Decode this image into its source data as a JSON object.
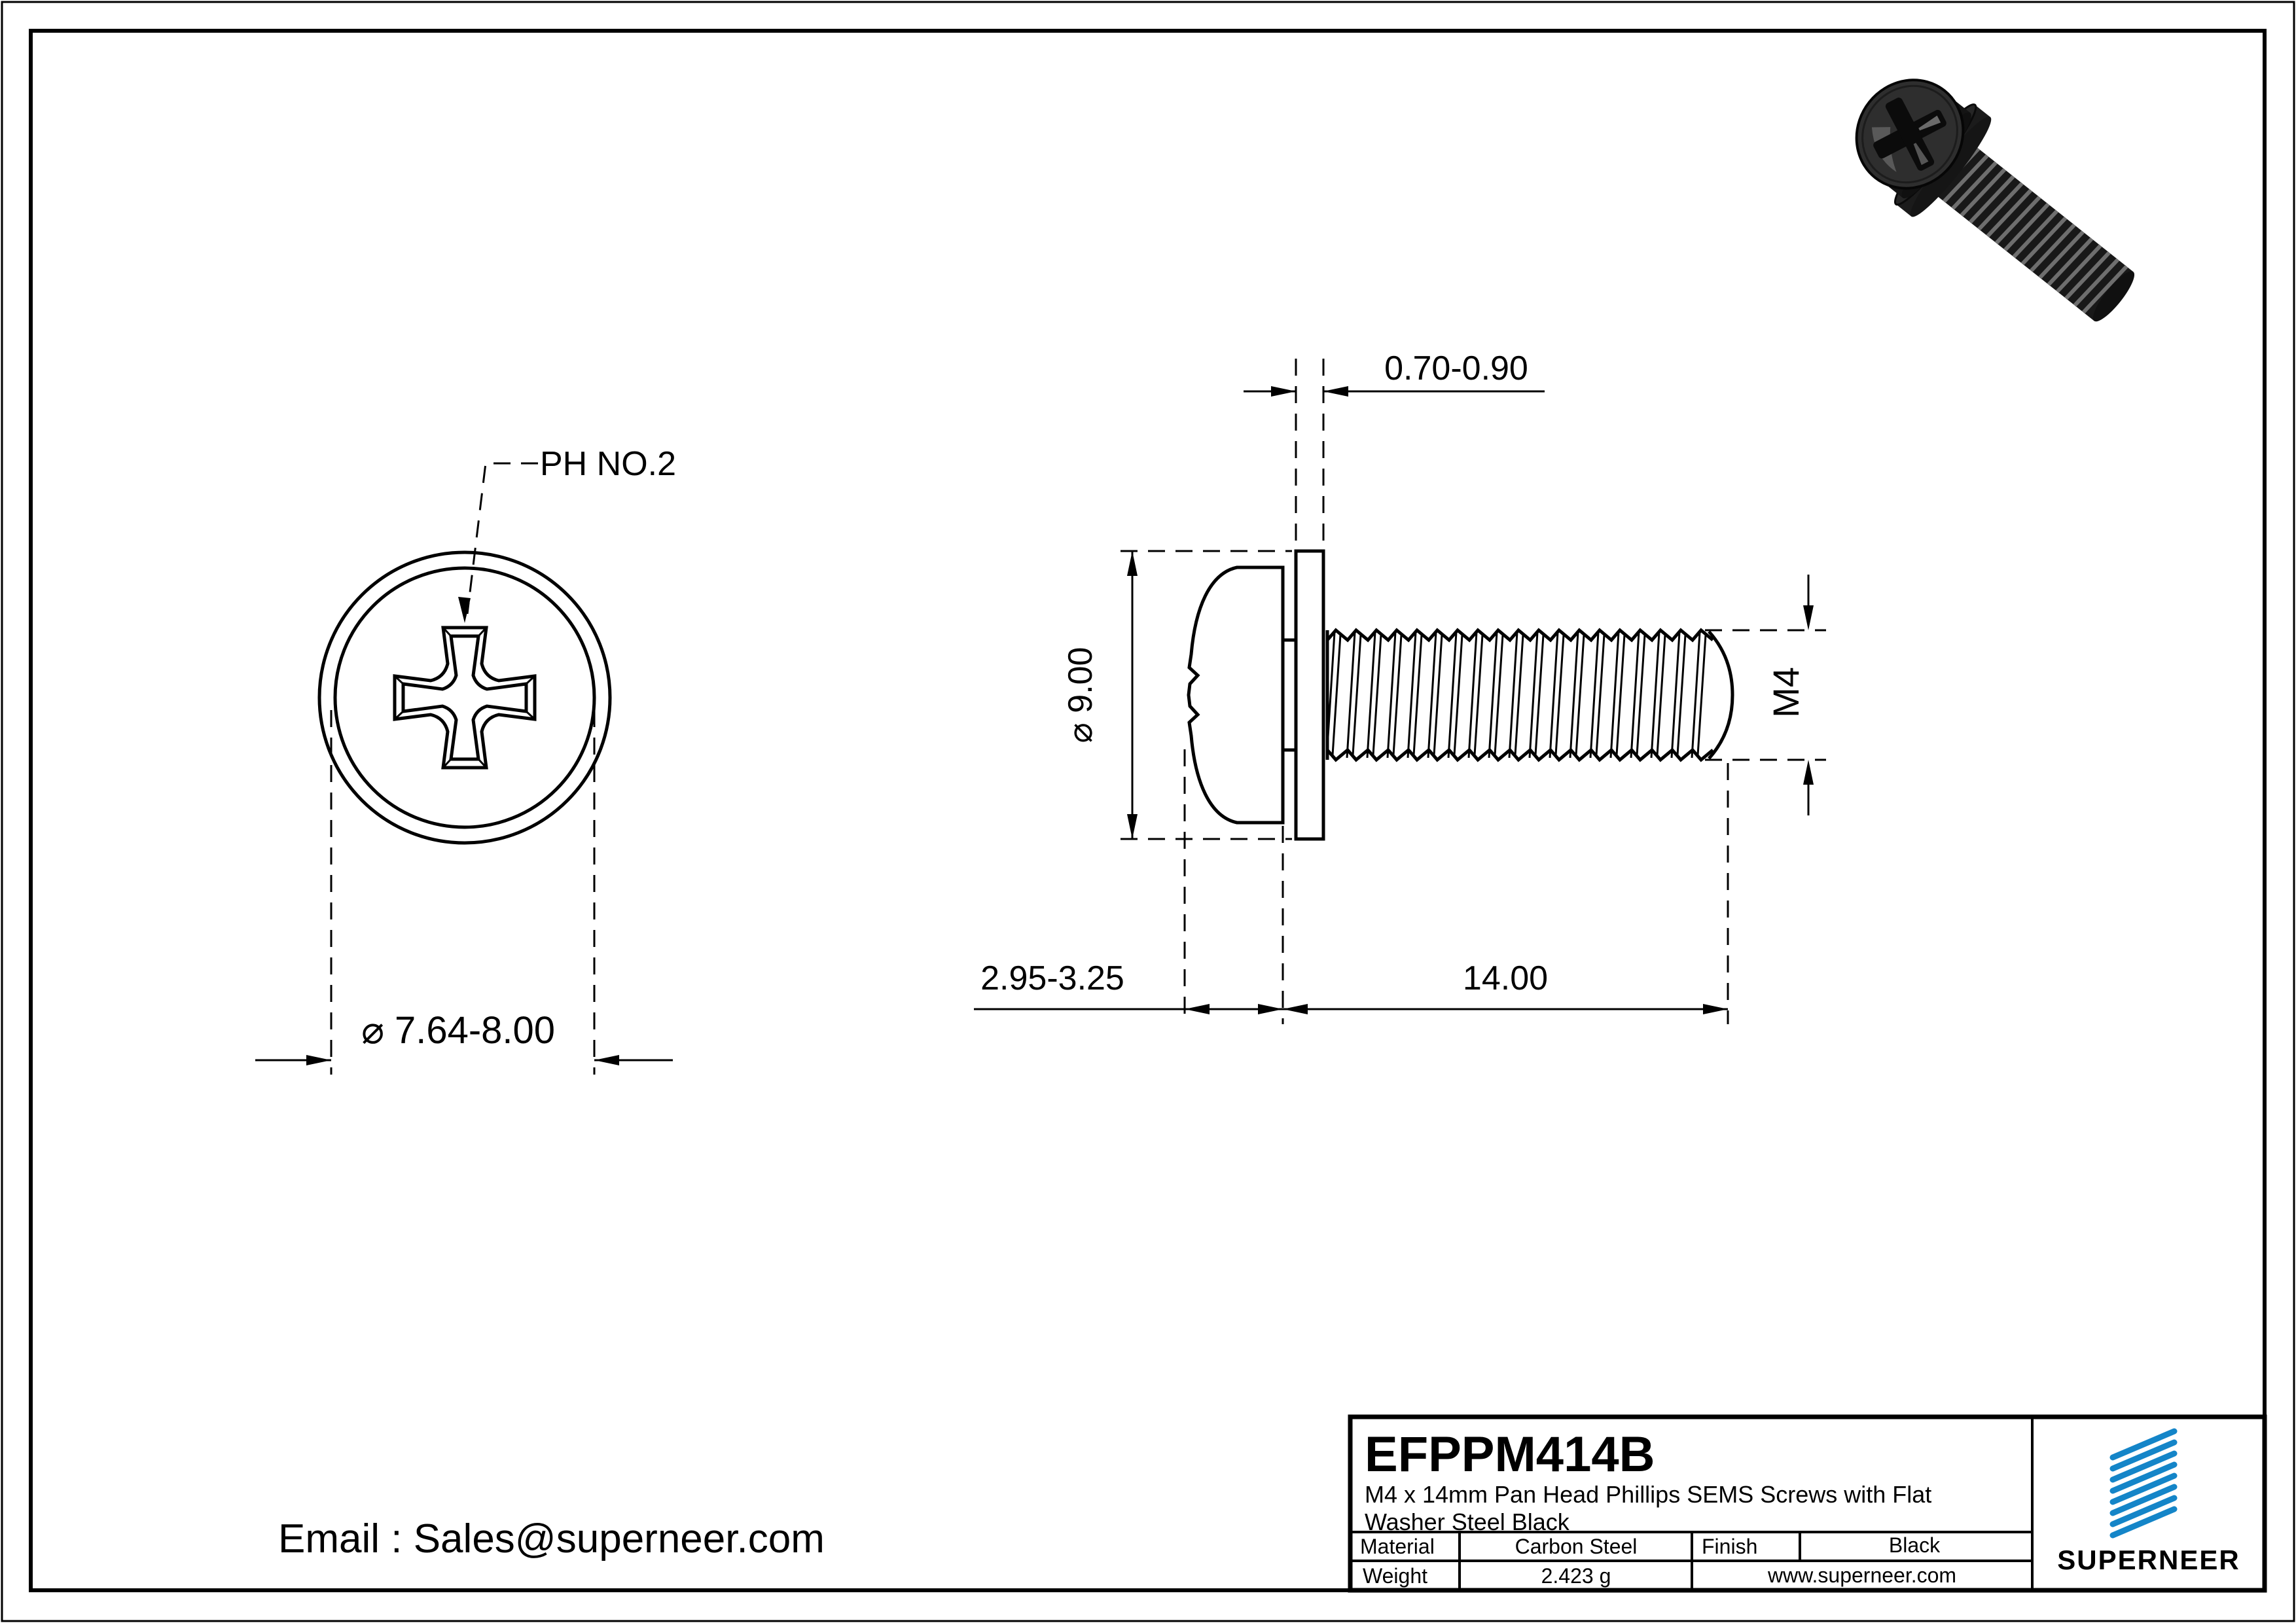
{
  "front_view": {
    "label_drive": "PH NO.2",
    "dim_head_diameter": "⌀ 7.64-8.00"
  },
  "side_view": {
    "dim_washer_thickness": "0.70-0.90",
    "dim_washer_diameter": "⌀ 9.00",
    "dim_thread_size": "M4",
    "dim_head_height": "2.95-3.25",
    "dim_thread_length": "14.00"
  },
  "footer": {
    "email": "Email : Sales@superneer.com"
  },
  "title_block": {
    "part_number": "EFPPM414B",
    "description_line1": "M4 x 14mm Pan Head Phillips SEMS Screws with  Flat",
    "description_line2": "Washer Steel Black",
    "material_label": "Material",
    "material_value": "Carbon Steel",
    "finish_label": "Finish",
    "finish_value": "Black",
    "weight_label": "Weight",
    "weight_value": "2.423 g",
    "website": "www.superneer.com",
    "brand": "SUPERNEER"
  },
  "colors": {
    "accent_blue": "#1485c8",
    "link_blue": "#1a7fd4",
    "line_black": "#000000"
  }
}
